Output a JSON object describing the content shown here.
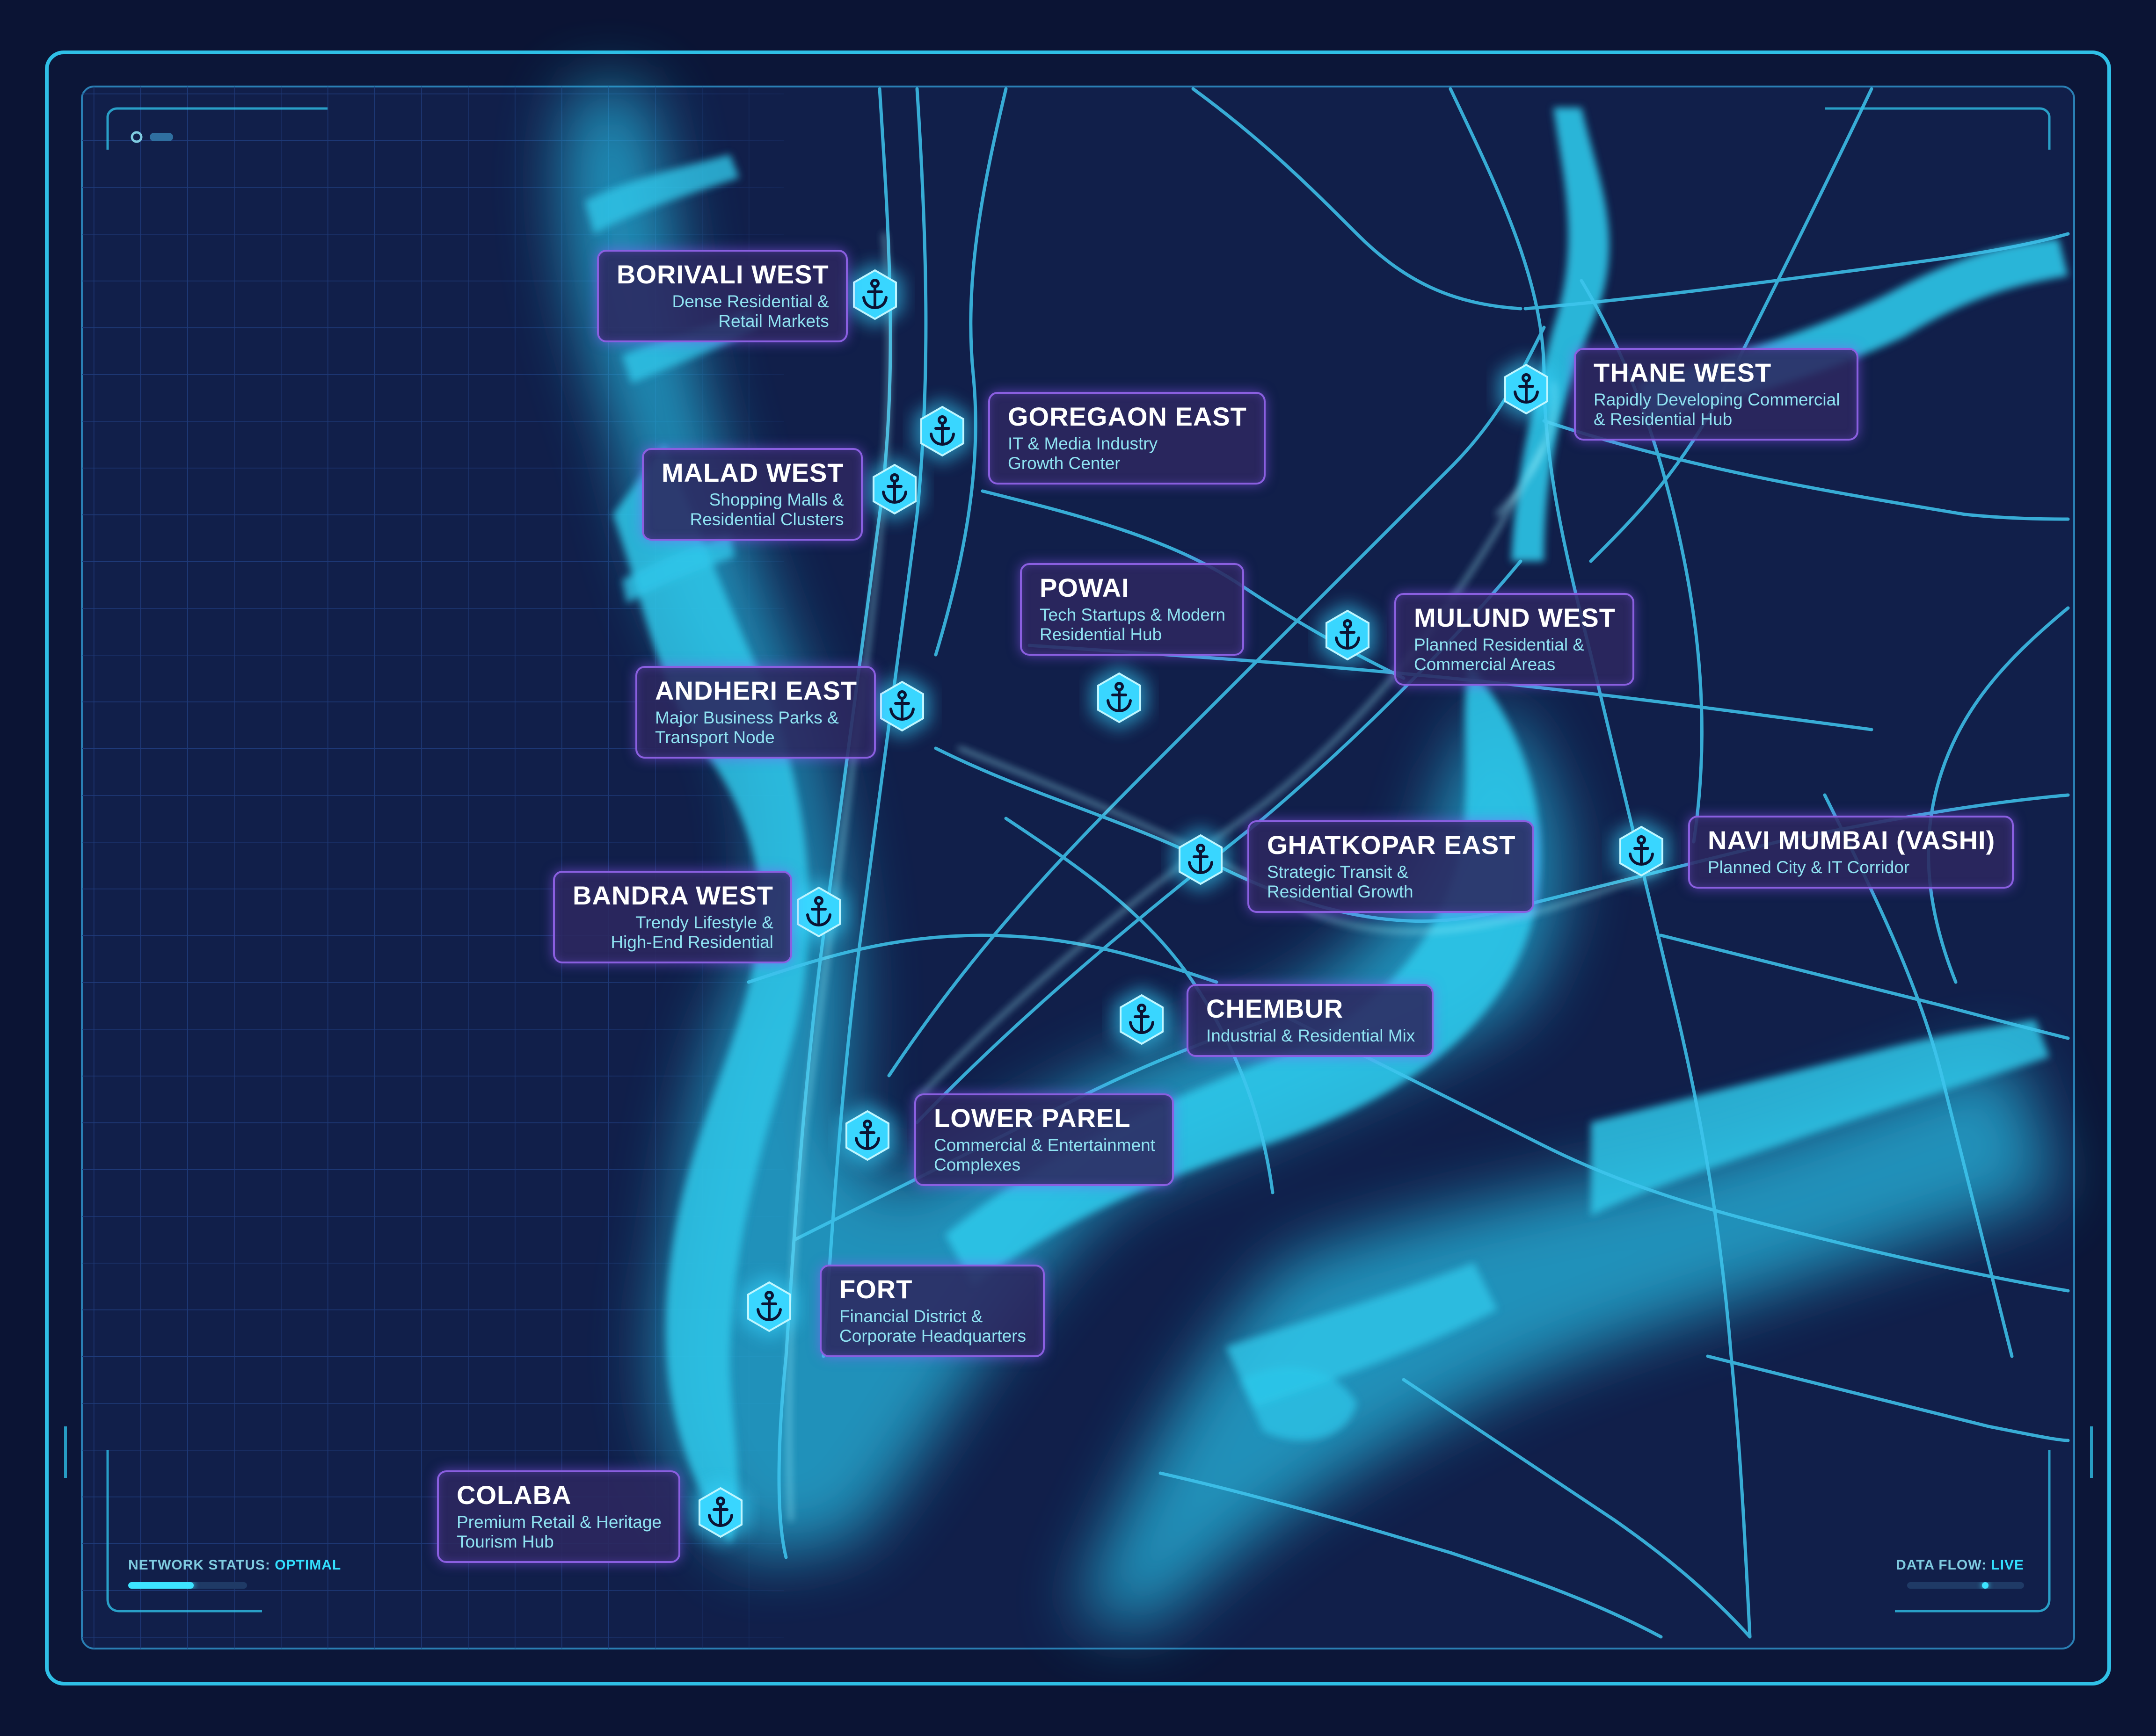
{
  "colors": {
    "background": "#0b1434",
    "land": "#101d45",
    "water": "#2ec5e8",
    "glow": "#39d6ff",
    "road": "#3fc6ee",
    "label_border": "#8a5fe0",
    "label_title": "#ffffff",
    "label_desc": "#8fe3f2",
    "marker": "#39d6ff"
  },
  "locations": [
    {
      "id": "borivali",
      "title": "BORIVALI WEST",
      "desc": "Dense Residential &\nRetail Markets",
      "icon": "anchor-icon"
    },
    {
      "id": "goregaon",
      "title": "GOREGAON EAST",
      "desc": "IT & Media Industry\nGrowth Center",
      "icon": "anchor-icon"
    },
    {
      "id": "malad",
      "title": "MALAD WEST",
      "desc": "Shopping Malls &\nResidential Clusters",
      "icon": "anchor-icon"
    },
    {
      "id": "powai",
      "title": "POWAI",
      "desc": "Tech Startups & Modern\nResidential Hub",
      "icon": "anchor-icon"
    },
    {
      "id": "andheri",
      "title": "ANDHERI EAST",
      "desc": "Major Business Parks &\nTransport Node",
      "icon": "anchor-icon"
    },
    {
      "id": "thane",
      "title": "THANE WEST",
      "desc": "Rapidly Developing Commercial\n& Residential Hub",
      "icon": "anchor-icon"
    },
    {
      "id": "mulund",
      "title": "MULUND WEST",
      "desc": "Planned Residential &\nCommercial Areas",
      "icon": "anchor-icon"
    },
    {
      "id": "ghatkopar",
      "title": "GHATKOPAR EAST",
      "desc": "Strategic Transit &\nResidential Growth",
      "icon": "anchor-icon"
    },
    {
      "id": "navimumbai",
      "title": "NAVI MUMBAI (VASHI)",
      "desc": "Planned City & IT Corridor",
      "icon": "anchor-icon"
    },
    {
      "id": "bandra",
      "title": "BANDRA WEST",
      "desc": "Trendy Lifestyle &\nHigh-End Residential",
      "icon": "anchor-icon"
    },
    {
      "id": "chembur",
      "title": "CHEMBUR",
      "desc": "Industrial & Residential Mix",
      "icon": "anchor-icon"
    },
    {
      "id": "lowerparel",
      "title": "LOWER PAREL",
      "desc": "Commercial & Entertainment\nComplexes",
      "icon": "anchor-icon"
    },
    {
      "id": "fort",
      "title": "FORT",
      "desc": "Financial District &\nCorporate Headquarters",
      "icon": "anchor-icon"
    },
    {
      "id": "colaba",
      "title": "COLABA",
      "desc": "Premium Retail & Heritage\nTourism Hub",
      "icon": "anchor-icon"
    }
  ],
  "status": {
    "network_label": "NETWORK STATUS:",
    "network_value": "OPTIMAL",
    "network_level": 0.55,
    "flow_label": "DATA FLOW:",
    "flow_value": "LIVE"
  }
}
